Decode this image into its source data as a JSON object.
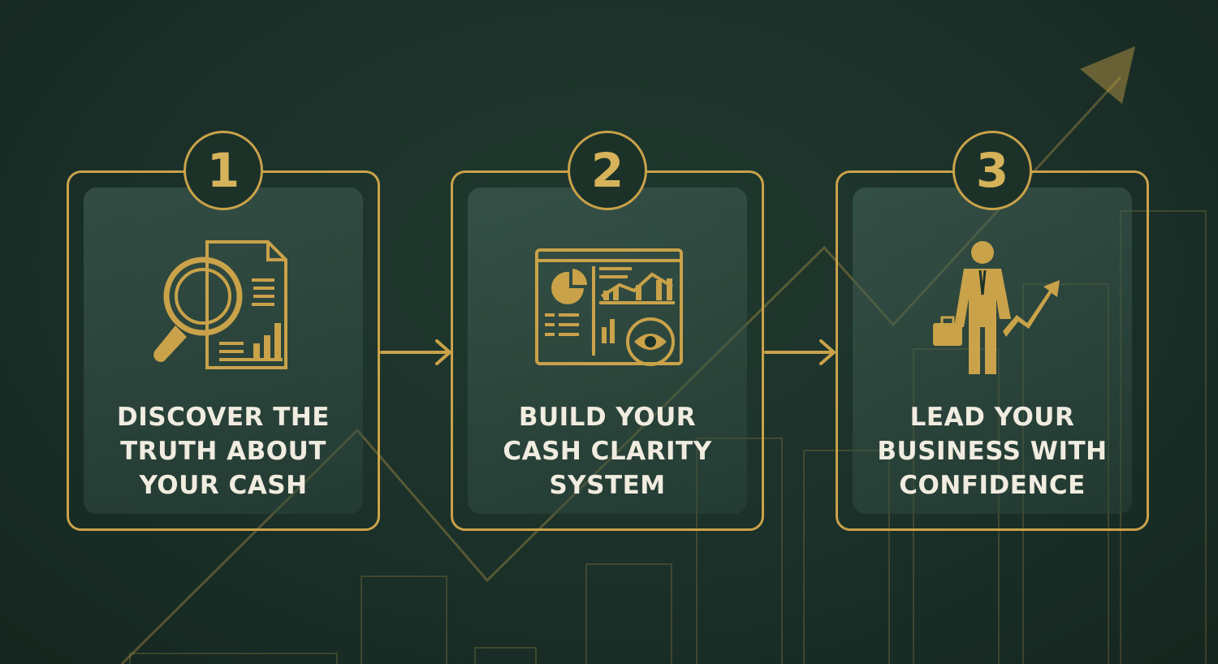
{
  "colors": {
    "background": "#1a2f28",
    "gold": "#c9a24a",
    "text": "#f1ece0"
  },
  "steps": [
    {
      "number": "1",
      "icon": "magnifier-document-icon",
      "title_lines": [
        "DISCOVER THE",
        "TRUTH ABOUT",
        "YOUR CASH"
      ]
    },
    {
      "number": "2",
      "icon": "dashboard-eye-icon",
      "title_lines": [
        "BUILD YOUR",
        "CASH CLARITY",
        "SYSTEM"
      ]
    },
    {
      "number": "3",
      "icon": "businessman-growth-icon",
      "title_lines": [
        "LEAD YOUR",
        "BUSINESS WITH",
        "CONFIDENCE"
      ]
    }
  ]
}
